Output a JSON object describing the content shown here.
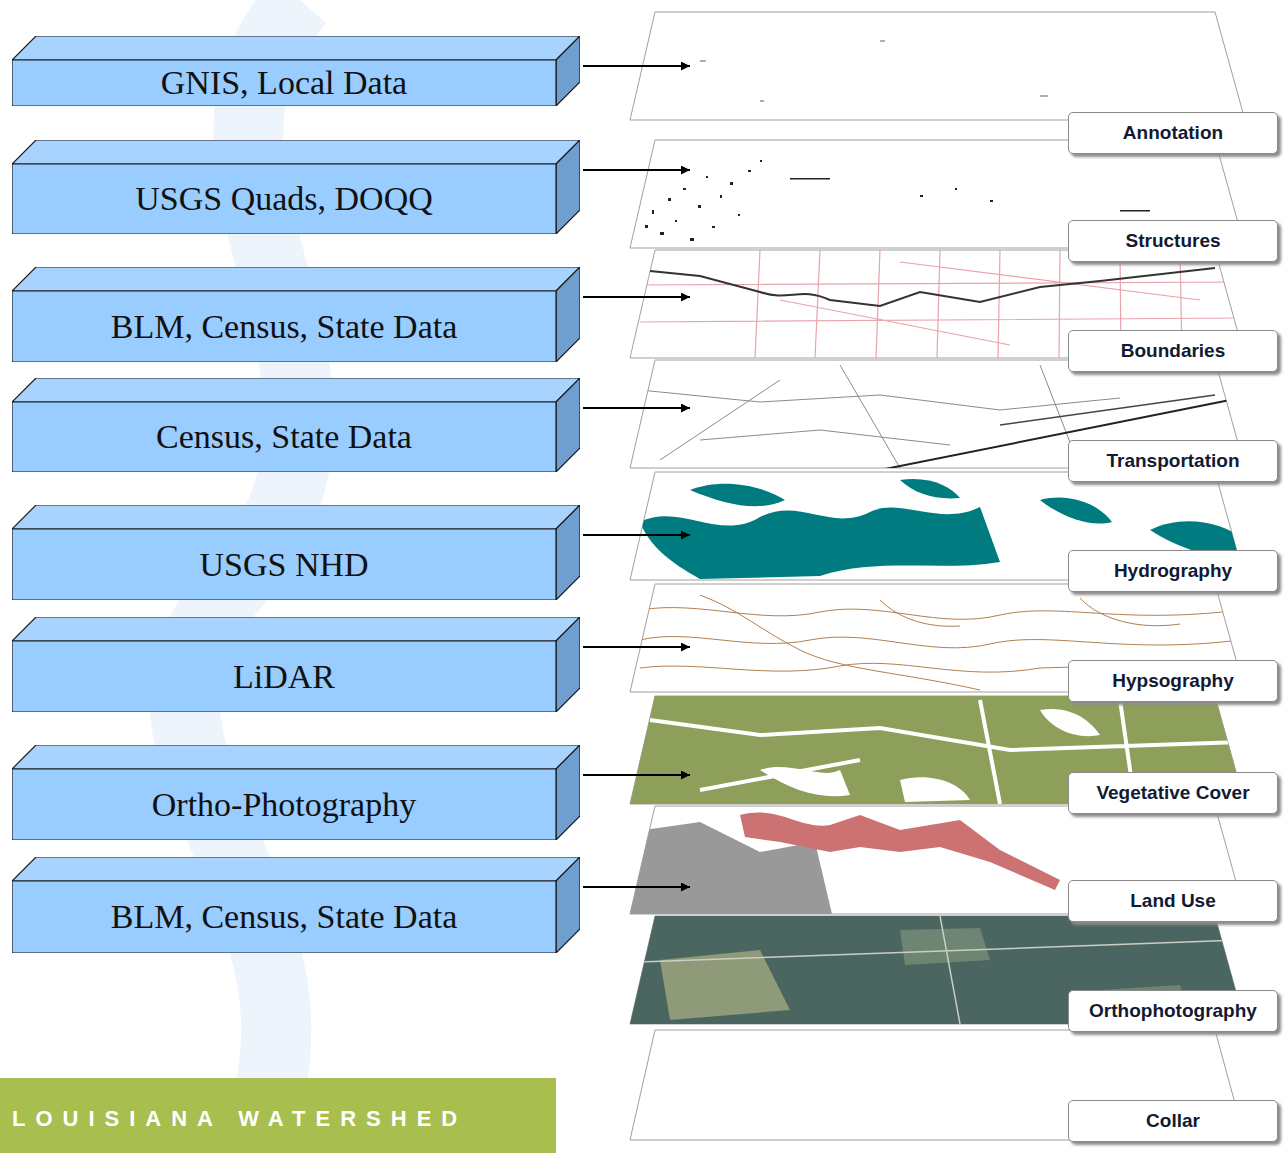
{
  "diagram": {
    "nodes": [
      {
        "text": [
          "GNIS, Local Data"
        ]
      },
      {
        "text": [
          "USGS Quads, DOQQ"
        ]
      },
      {
        "text": [
          "BLM, Census, State Data"
        ]
      },
      {
        "text": [
          "Census, State Data"
        ]
      },
      {
        "text": [
          "USGS NHD"
        ]
      },
      {
        "text": [
          "LiDAR"
        ]
      },
      {
        "text": [
          "Ortho-Photography"
        ]
      },
      {
        "text": [
          "BLM, Census, State Data"
        ]
      },
      {
        "text": [
          "Annotation"
        ]
      },
      {
        "text": [
          "Structures"
        ]
      },
      {
        "text": [
          "Boundaries"
        ]
      },
      {
        "text": [
          "Transportation"
        ]
      },
      {
        "text": [
          "Hydrography"
        ]
      },
      {
        "text": [
          "Hypsography"
        ]
      },
      {
        "text": [
          "Vegetative Cover"
        ]
      },
      {
        "text": [
          "Land Use"
        ]
      },
      {
        "text": [
          "Orthophotography"
        ]
      },
      {
        "text": [
          "Collar"
        ]
      },
      {
        "text": [
          "LOUISIANA WATERSHED"
        ]
      }
    ]
  }
}
